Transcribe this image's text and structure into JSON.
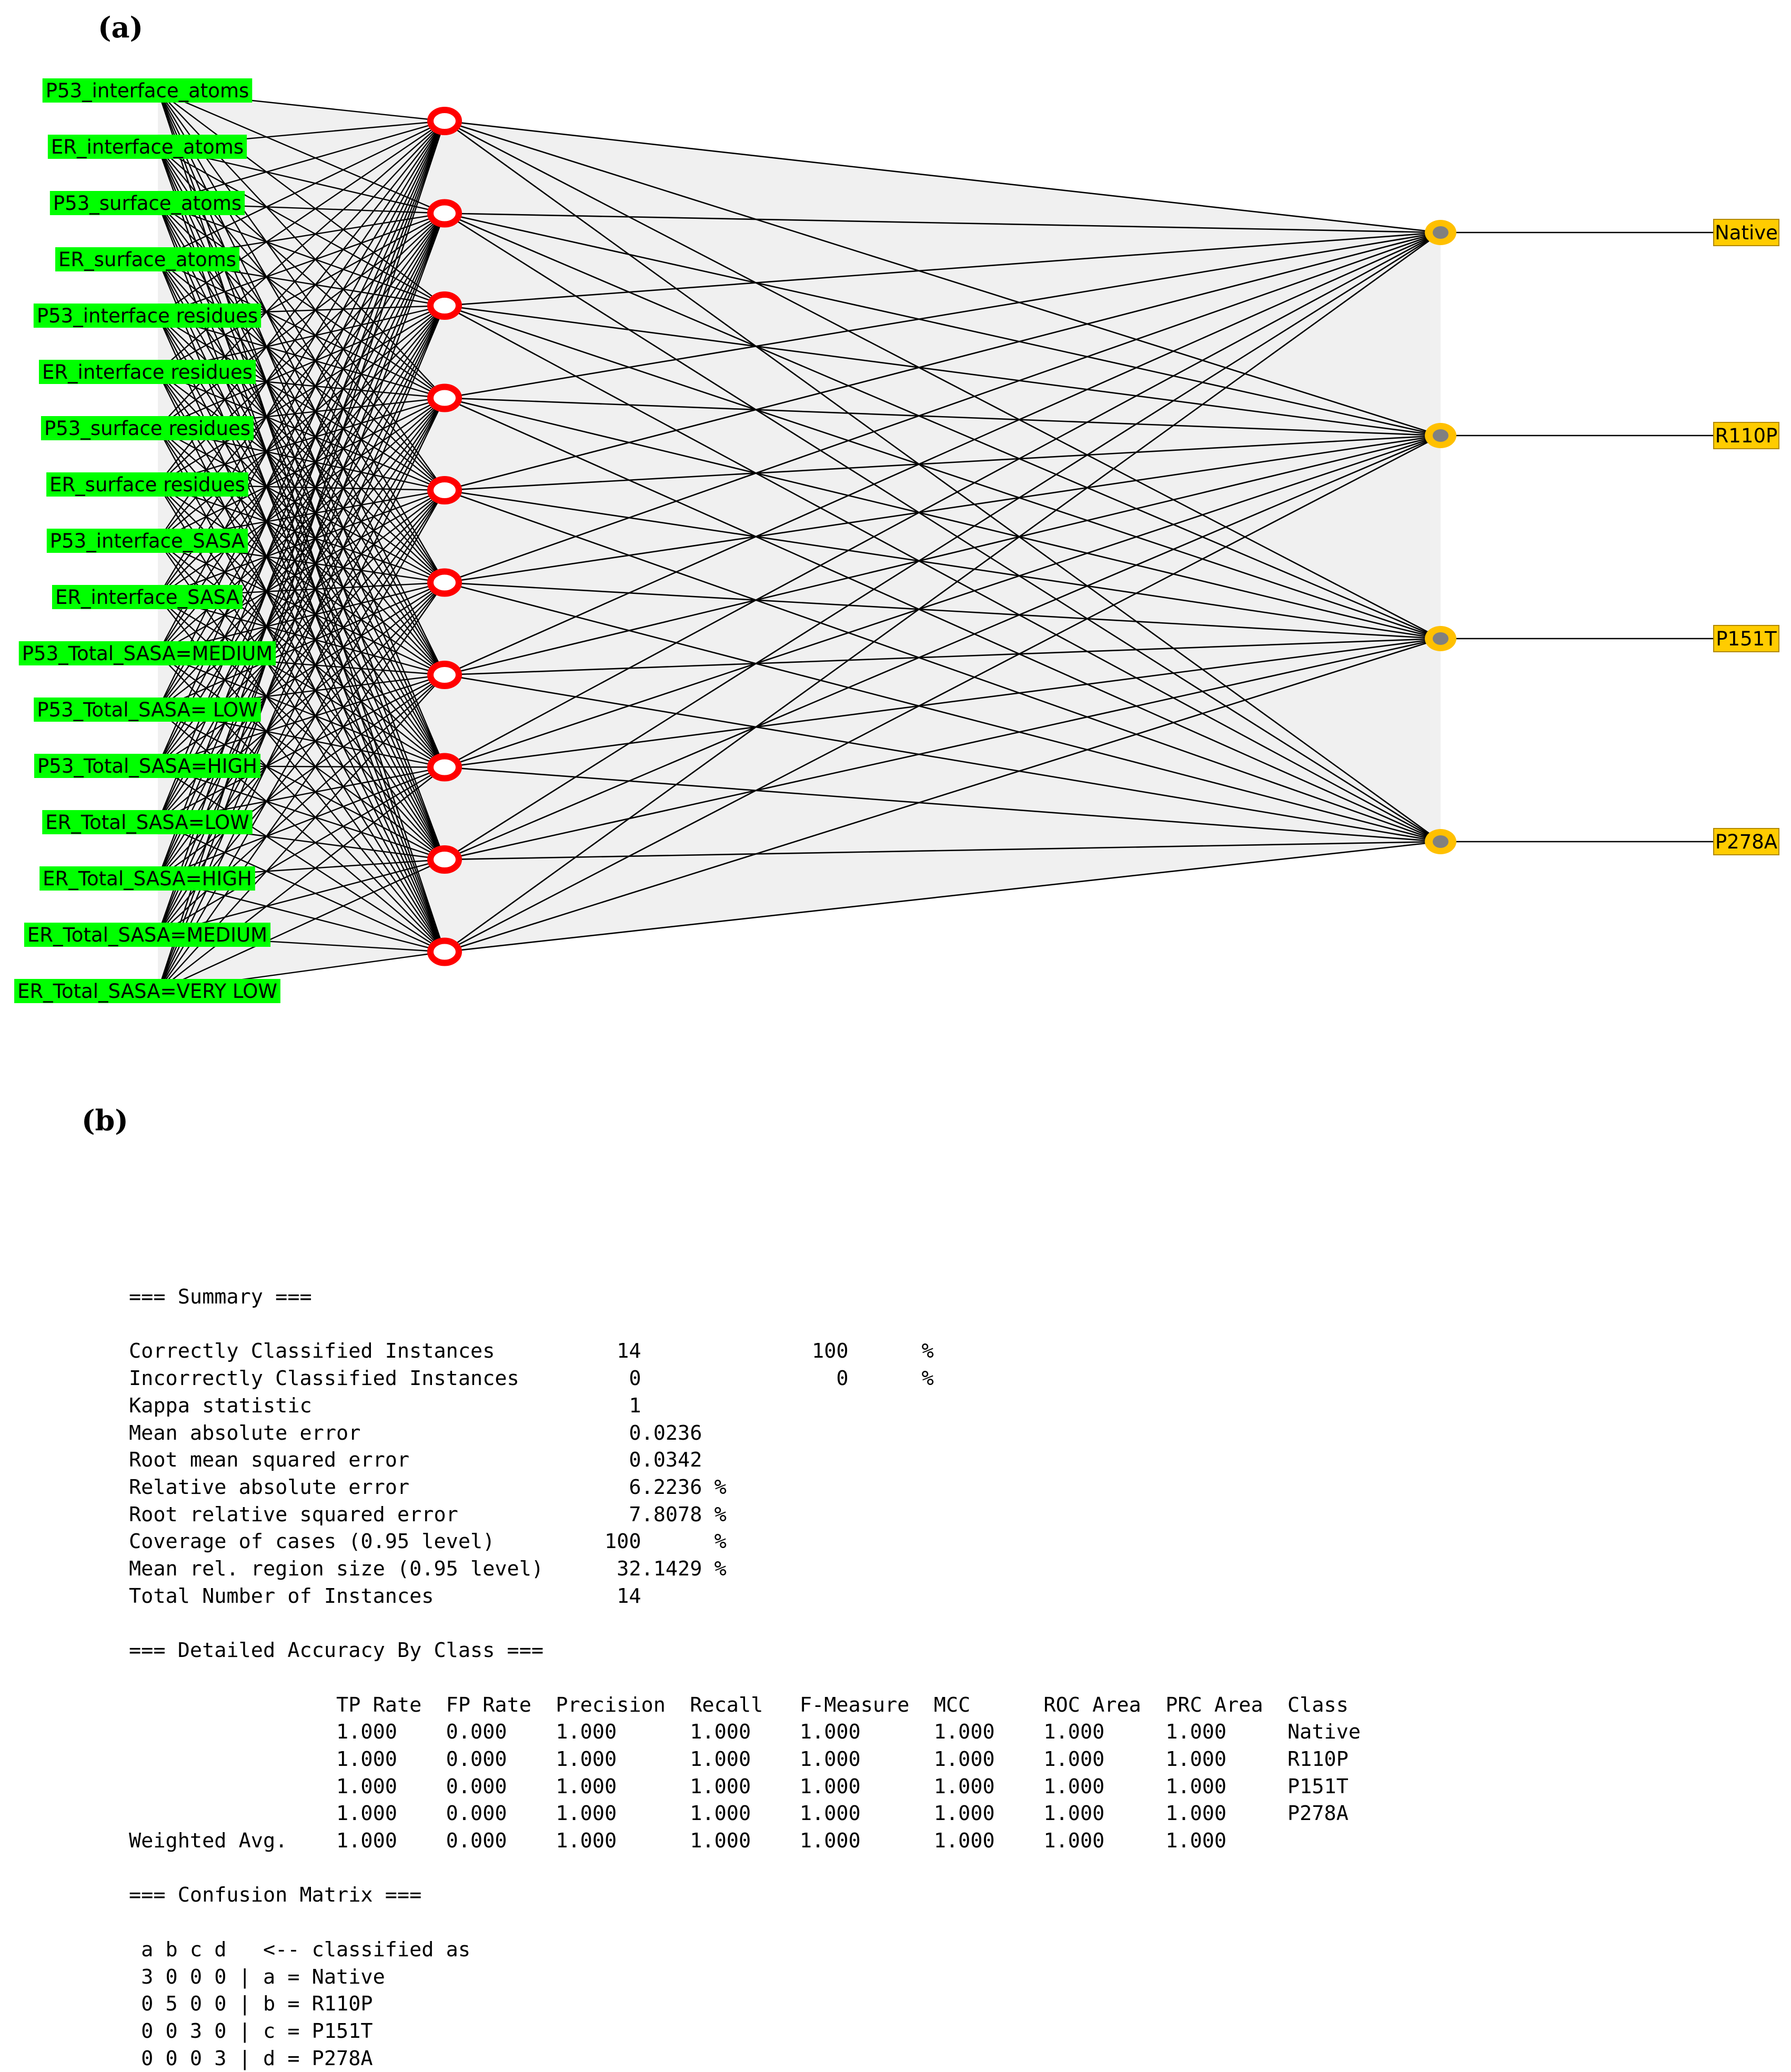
{
  "panel_labels": {
    "a": "(a)",
    "b": "(b)"
  },
  "network": {
    "inputs": [
      "P53_interface_atoms",
      "ER_interface_atoms",
      "P53_surface_atoms",
      "ER_surface_atoms",
      "P53_interface residues",
      "ER_interface residues",
      "P53_surface residues",
      "ER_surface residues",
      "P53_interface_SASA",
      "ER_interface_SASA",
      "P53_Total_SASA=MEDIUM",
      "P53_Total_SASA= LOW",
      "P53_Total_SASA=HIGH",
      "ER_Total_SASA=LOW",
      "ER_Total_SASA=HIGH",
      "ER_Total_SASA=MEDIUM",
      "ER_Total_SASA=VERY LOW"
    ],
    "hidden_node_count": 10,
    "outputs": [
      "Native",
      "R110P",
      "P151T",
      "P278A"
    ],
    "colors": {
      "input_box": "#00ff00",
      "hidden_node": "#ff0000",
      "output_node": "#ffc000",
      "output_box": "#ffcc00",
      "output_node_center": "#808080",
      "panel_fill": "#f0f0f0"
    }
  },
  "output_lines": [
    "=== Summary ===",
    "",
    "Correctly Classified Instances          14              100      %",
    "Incorrectly Classified Instances         0                0      %",
    "Kappa statistic                          1",
    "Mean absolute error                      0.0236",
    "Root mean squared error                  0.0342",
    "Relative absolute error                  6.2236 %",
    "Root relative squared error              7.8078 %",
    "Coverage of cases (0.95 level)         100      %",
    "Mean rel. region size (0.95 level)      32.1429 %",
    "Total Number of Instances               14",
    "",
    "=== Detailed Accuracy By Class ===",
    "",
    "                 TP Rate  FP Rate  Precision  Recall   F-Measure  MCC      ROC Area  PRC Area  Class",
    "                 1.000    0.000    1.000      1.000    1.000      1.000    1.000     1.000     Native",
    "                 1.000    0.000    1.000      1.000    1.000      1.000    1.000     1.000     R110P",
    "                 1.000    0.000    1.000      1.000    1.000      1.000    1.000     1.000     P151T",
    "                 1.000    0.000    1.000      1.000    1.000      1.000    1.000     1.000     P278A",
    "Weighted Avg.    1.000    0.000    1.000      1.000    1.000      1.000    1.000     1.000",
    "",
    "=== Confusion Matrix ===",
    "",
    " a b c d   <-- classified as",
    " 3 0 0 0 | a = Native",
    " 0 5 0 0 | b = R110P",
    " 0 0 3 0 | c = P151T",
    " 0 0 0 3 | d = P278A"
  ]
}
